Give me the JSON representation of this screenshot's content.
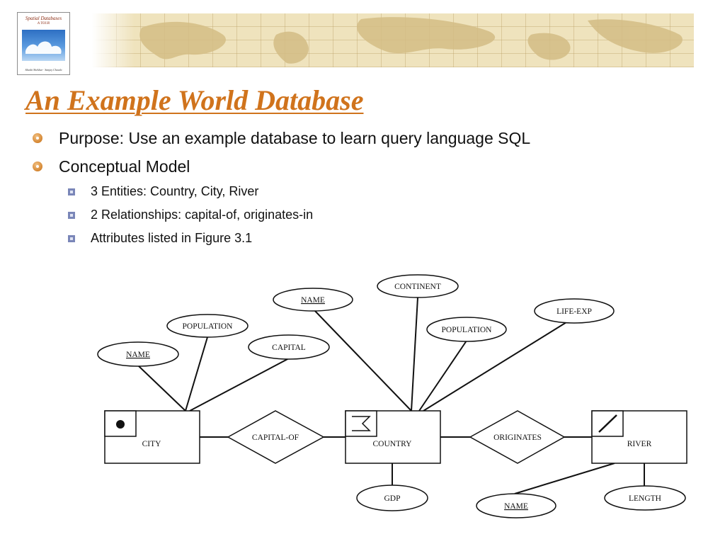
{
  "header": {
    "book_cover": {
      "title": "Spatial Databases",
      "subtitle": "A TOUR",
      "authors": "Shashi Shekhar · Sanjay Chawla"
    }
  },
  "title": "An Example World Database",
  "bullets": [
    {
      "text": "Purpose: Use an example database to learn query language SQL"
    },
    {
      "text": "Conceptual Model"
    }
  ],
  "sub_bullets": [
    {
      "text": "3 Entities: Country, City, River"
    },
    {
      "text": "2 Relationships: capital-of, originates-in"
    },
    {
      "text": "Attributes listed in Figure 3.1"
    }
  ],
  "diagram": {
    "entities": {
      "city": "CITY",
      "country": "COUNTRY",
      "river": "RIVER"
    },
    "relationships": {
      "capital_of": "CAPITAL-OF",
      "originates": "ORIGINATES"
    },
    "attributes": {
      "city_name": "NAME",
      "city_population": "POPULATION",
      "city_capital": "CAPITAL",
      "country_name": "NAME",
      "country_continent": "CONTINENT",
      "country_population": "POPULATION",
      "country_life_exp": "LIFE-EXP",
      "country_gdp": "GDP",
      "river_name": "NAME",
      "river_length": "LENGTH"
    }
  }
}
